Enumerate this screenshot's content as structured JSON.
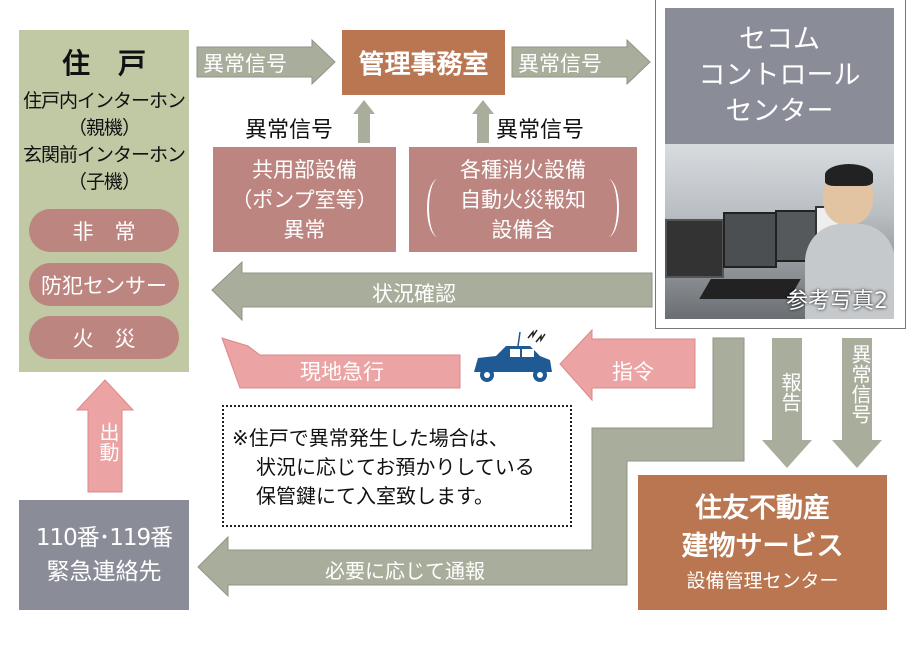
{
  "colors": {
    "green": "#c0c8a4",
    "pink_box": "#bc8580",
    "brown": "#b97650",
    "slate": "#8a8c98",
    "gray_arrow": "#a9ae9c",
    "pink_arrow": "#eba3a3",
    "car": "#1f5a94"
  },
  "residence": {
    "title": "住　戸",
    "lines": [
      "住戸内インターホン",
      "（親機）",
      "玄関前インターホン",
      "（子機）"
    ],
    "pills": [
      "非　常",
      "防犯センサー",
      "火　災"
    ]
  },
  "management_office": "管理事務室",
  "secom": {
    "lines": [
      "セコム",
      "コントロール",
      "センター"
    ],
    "photo_caption": "参考写真2"
  },
  "arrows": {
    "signal_to_office": "異常信号",
    "signal_to_secom": "異常信号",
    "signal_up_left": "異常信号",
    "signal_up_right": "異常信号",
    "status_check": "状況確認",
    "rush": "現地急行",
    "command": "指令",
    "report": "報告",
    "signal_down": "異常信号",
    "dispatch": "出動",
    "notify": "必要に応じて通報"
  },
  "common_equipment": [
    "共用部設備",
    "（ポンプ室等）",
    "異常"
  ],
  "fire_equipment": [
    "各種消火設備",
    "自動火災報知",
    "設備含"
  ],
  "note": [
    "※住戸で異常発生した場合は、",
    "状況に応じてお預かりしている",
    "保管鍵にて入室致します。"
  ],
  "emergency": [
    "110番･119番",
    "緊急連絡先"
  ],
  "sumitomo": [
    "住友不動産",
    "建物サービス",
    "設備管理センター"
  ]
}
